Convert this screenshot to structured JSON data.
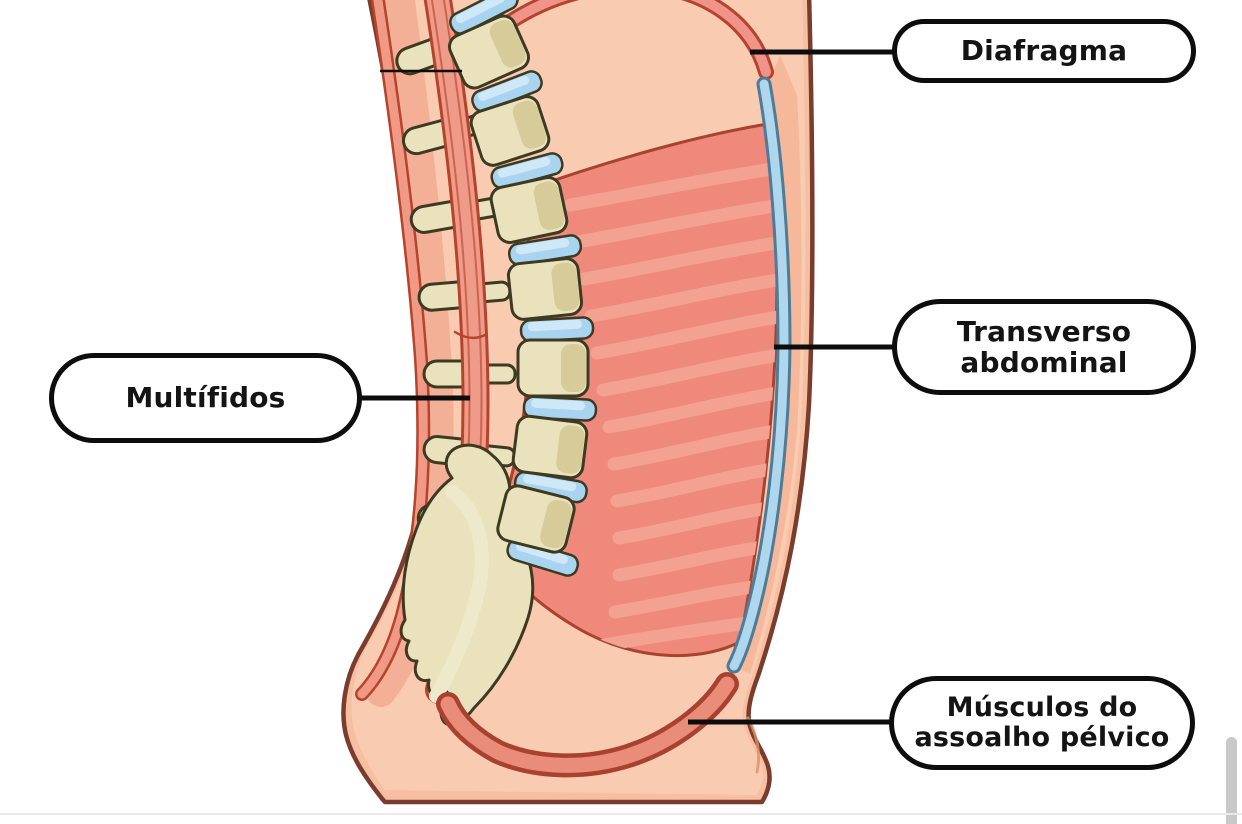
{
  "callouts": {
    "diaphragm": {
      "label": "Diafragma"
    },
    "transverse_abdominal": {
      "label": "Transverso abdominal"
    },
    "multifidus": {
      "label": "Multífidos"
    },
    "pelvic_floor": {
      "label": "Músculos do assoalho pélvico"
    }
  },
  "palette": {
    "skin": "#f7bfa1",
    "skin_strip": "#f6b89b",
    "cavity": "#f9ccb1",
    "body_outline": "#7a3c2c",
    "muscle_red": "#ee897c",
    "muscle_stripe_highlight": "#f3a191",
    "deep_red_outline": "#b5442f",
    "band_salmon": "#f0948a",
    "fascia_blue": "#aed7ee",
    "fascia_blue_outline": "#4f7b96",
    "bone": "#e9e2bd",
    "bone_shade": "#d6cb99",
    "bone_outline": "#3e3a22",
    "disc_blue": "#a9d4ef",
    "disc_highlight": "#cfe8f8",
    "callout_line": "#0d0d0d",
    "label_border": "#0d0d0d",
    "label_background": "#ffffff",
    "label_text": "#141414",
    "scrollbar_thumb": "#c9c9c9"
  }
}
